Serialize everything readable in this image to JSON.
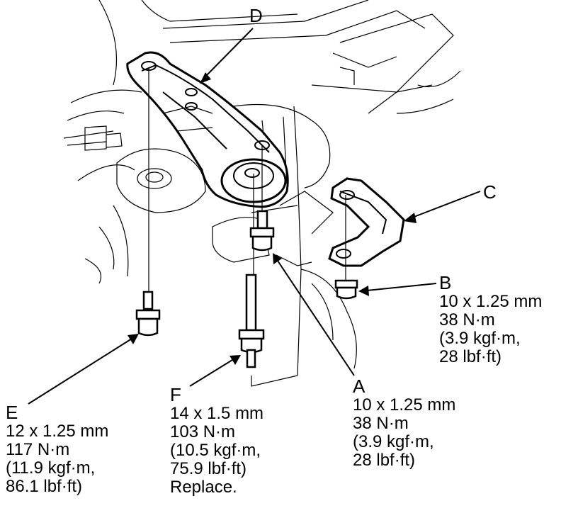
{
  "callouts": {
    "D": {
      "letter": "D",
      "lines": []
    },
    "C": {
      "letter": "C",
      "lines": []
    },
    "B": {
      "letter": "B",
      "lines": [
        "10 x 1.25 mm",
        "38 N·m",
        "(3.9 kgf·m,",
        "28 lbf·ft)"
      ]
    },
    "E": {
      "letter": "E",
      "lines": [
        "12 x 1.25 mm",
        "117 N·m",
        "(11.9 kgf·m,",
        "86.1 lbf·ft)"
      ]
    },
    "F": {
      "letter": "F",
      "lines": [
        "14 x 1.5 mm",
        "103 N·m",
        "(10.5 kgf·m,",
        "75.9 lbf·ft)",
        "Replace."
      ]
    },
    "A": {
      "letter": "A",
      "lines": [
        "10 x 1.25 mm",
        "38 N·m",
        "(3.9 kgf·m,",
        "28 lbf·ft)"
      ]
    }
  }
}
